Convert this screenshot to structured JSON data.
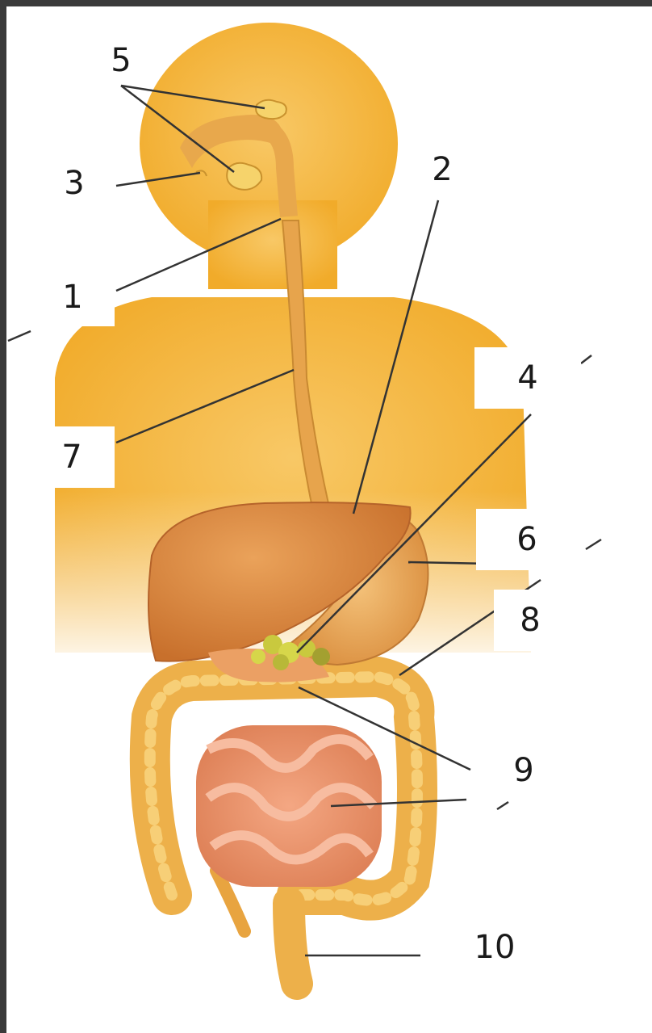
{
  "labels": {
    "l1": "1",
    "l2": "2",
    "l3": "3",
    "l4": "4",
    "l5": "5",
    "l6": "6",
    "l7": "7",
    "l8": "8",
    "l9": "9",
    "l10": "10"
  },
  "colors": {
    "body": "#f3b436",
    "body_light": "#f8c866",
    "liver": "#d98a3e",
    "stomach": "#e8a65a",
    "intestine_small": "#e9906a",
    "intestine_large": "#edb04a",
    "pancreas": "#c9c93e",
    "esophagus": "#e7a44c",
    "glands": "#f6d36b",
    "leader_line": "#333333",
    "background": "#ffffff",
    "border": "#3a3a3a"
  }
}
